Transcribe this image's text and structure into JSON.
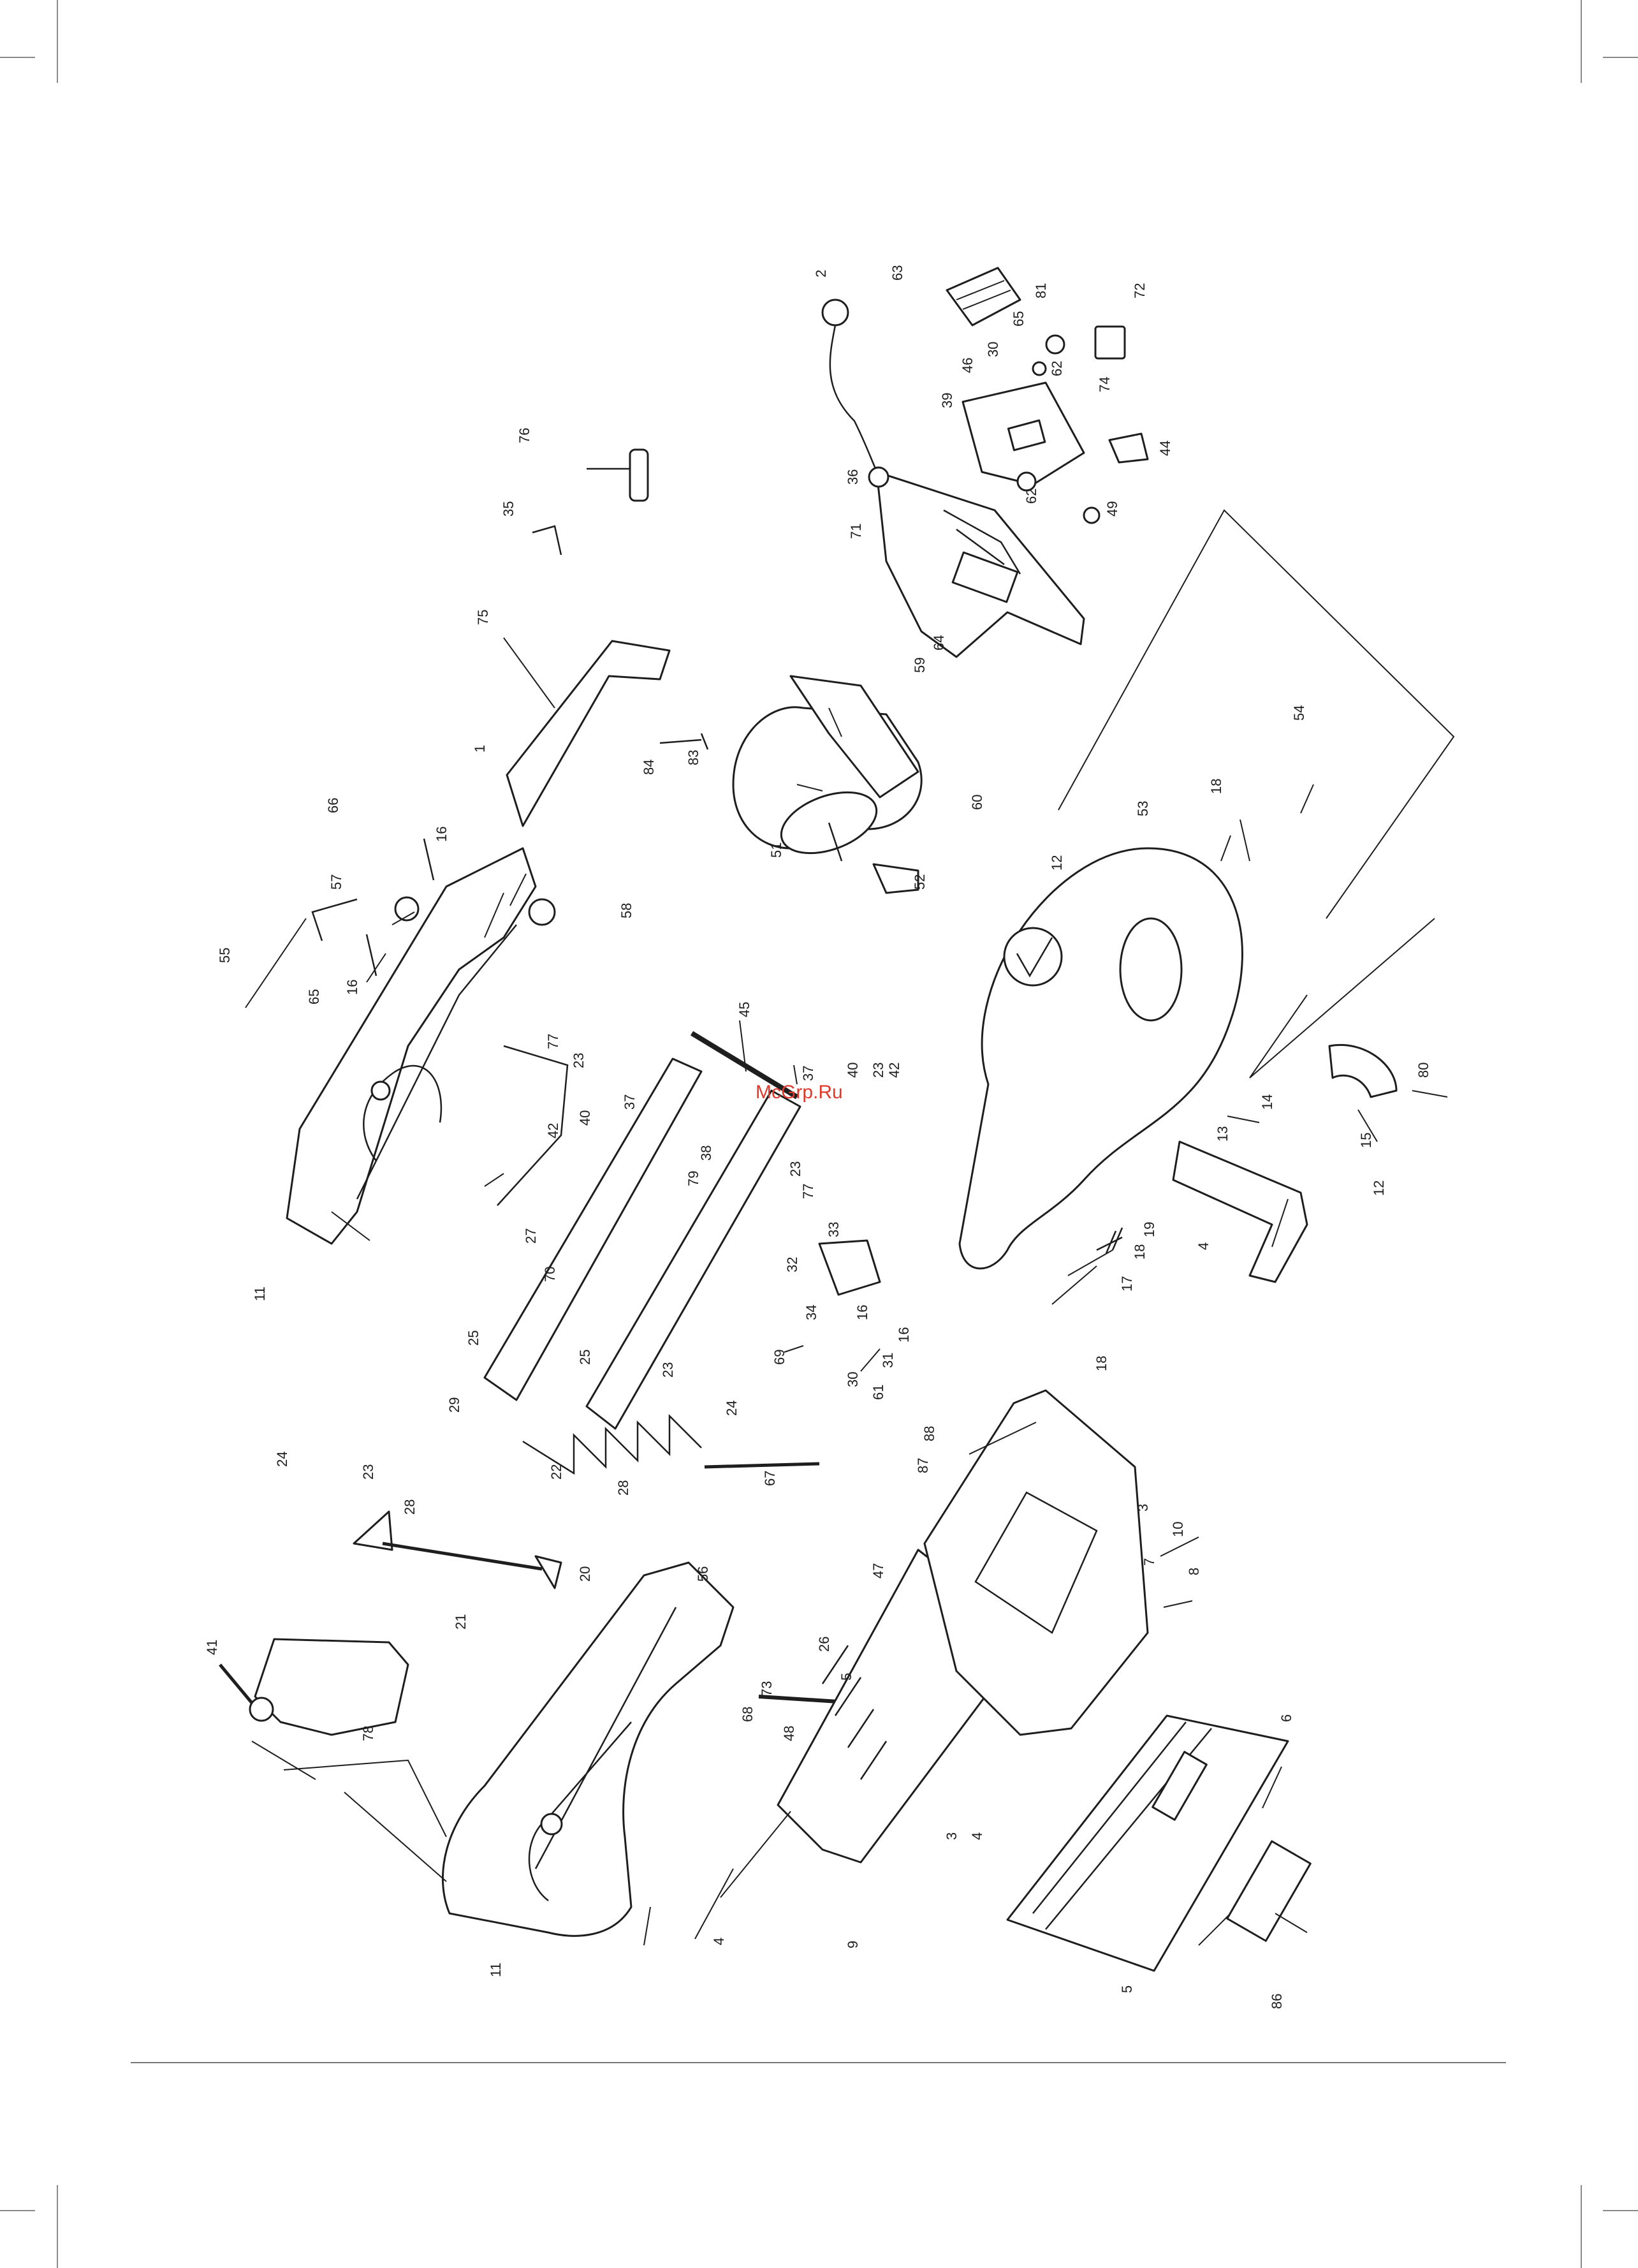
{
  "watermark": "McGrp.Ru",
  "colors": {
    "ink": "#1e1e1e",
    "watermark": "#e0392b",
    "crop_marks": "#8a8a8a"
  },
  "labels": [
    {
      "id": "l2",
      "text": "2"
    },
    {
      "id": "l63",
      "text": "63"
    },
    {
      "id": "l81",
      "text": "81"
    },
    {
      "id": "l65",
      "text": "65"
    },
    {
      "id": "l72",
      "text": "72"
    },
    {
      "id": "l46",
      "text": "46"
    },
    {
      "id": "l30",
      "text": "30"
    },
    {
      "id": "l39",
      "text": "39"
    },
    {
      "id": "l62a",
      "text": "62"
    },
    {
      "id": "l74",
      "text": "74"
    },
    {
      "id": "l36",
      "text": "36"
    },
    {
      "id": "l76",
      "text": "76"
    },
    {
      "id": "l35",
      "text": "35"
    },
    {
      "id": "l71",
      "text": "71"
    },
    {
      "id": "l62b",
      "text": "62"
    },
    {
      "id": "l44",
      "text": "44"
    },
    {
      "id": "l49",
      "text": "49"
    },
    {
      "id": "l75",
      "text": "75"
    },
    {
      "id": "l64a",
      "text": "64"
    },
    {
      "id": "l59",
      "text": "59"
    },
    {
      "id": "l84",
      "text": "84"
    },
    {
      "id": "l83",
      "text": "83"
    },
    {
      "id": "l1",
      "text": "1"
    },
    {
      "id": "l66",
      "text": "66"
    },
    {
      "id": "l16a",
      "text": "16"
    },
    {
      "id": "l57",
      "text": "57"
    },
    {
      "id": "l55",
      "text": "55"
    },
    {
      "id": "l58",
      "text": "58"
    },
    {
      "id": "l51",
      "text": "51"
    },
    {
      "id": "l60",
      "text": "60"
    },
    {
      "id": "l52",
      "text": "52"
    },
    {
      "id": "l53",
      "text": "53"
    },
    {
      "id": "l18a",
      "text": "18"
    },
    {
      "id": "l54",
      "text": "54"
    },
    {
      "id": "l65b",
      "text": "65"
    },
    {
      "id": "l16b",
      "text": "16"
    },
    {
      "id": "l77a",
      "text": "77"
    },
    {
      "id": "l23a",
      "text": "23"
    },
    {
      "id": "l45",
      "text": "45"
    },
    {
      "id": "l12a",
      "text": "12"
    },
    {
      "id": "l42a",
      "text": "42"
    },
    {
      "id": "l40a",
      "text": "40"
    },
    {
      "id": "l37a",
      "text": "37"
    },
    {
      "id": "l37b",
      "text": "37"
    },
    {
      "id": "l40b",
      "text": "40"
    },
    {
      "id": "l23b",
      "text": "23"
    },
    {
      "id": "l42b",
      "text": "42"
    },
    {
      "id": "l80",
      "text": "80"
    },
    {
      "id": "l14",
      "text": "14"
    },
    {
      "id": "l13",
      "text": "13"
    },
    {
      "id": "l15",
      "text": "15"
    },
    {
      "id": "l12b",
      "text": "12"
    },
    {
      "id": "l27",
      "text": "27"
    },
    {
      "id": "l70",
      "text": "70"
    },
    {
      "id": "l38",
      "text": "38"
    },
    {
      "id": "l79a",
      "text": "79"
    },
    {
      "id": "l23c",
      "text": "23"
    },
    {
      "id": "l77b",
      "text": "77"
    },
    {
      "id": "l11a",
      "text": "11"
    },
    {
      "id": "l19",
      "text": "19"
    },
    {
      "id": "l18b",
      "text": "18"
    },
    {
      "id": "l4a",
      "text": "4"
    },
    {
      "id": "l17",
      "text": "17"
    },
    {
      "id": "l18c",
      "text": "18"
    },
    {
      "id": "l33",
      "text": "33"
    },
    {
      "id": "l32",
      "text": "32"
    },
    {
      "id": "l34",
      "text": "34"
    },
    {
      "id": "l25a",
      "text": "25"
    },
    {
      "id": "l25b",
      "text": "25"
    },
    {
      "id": "l69",
      "text": "69"
    },
    {
      "id": "l16c",
      "text": "16"
    },
    {
      "id": "l30b",
      "text": "30"
    },
    {
      "id": "l31",
      "text": "31"
    },
    {
      "id": "l16d",
      "text": "16"
    },
    {
      "id": "l61",
      "text": "61"
    },
    {
      "id": "l29",
      "text": "29"
    },
    {
      "id": "l23d",
      "text": "23"
    },
    {
      "id": "l24a",
      "text": "24"
    },
    {
      "id": "l24b",
      "text": "24"
    },
    {
      "id": "l23e",
      "text": "23"
    },
    {
      "id": "l22",
      "text": "22"
    },
    {
      "id": "l28a",
      "text": "28"
    },
    {
      "id": "l28b",
      "text": "28"
    },
    {
      "id": "l88",
      "text": "88"
    },
    {
      "id": "l87",
      "text": "87"
    },
    {
      "id": "l67",
      "text": "67"
    },
    {
      "id": "l47",
      "text": "47"
    },
    {
      "id": "l3a",
      "text": "3"
    },
    {
      "id": "l10",
      "text": "10"
    },
    {
      "id": "l7",
      "text": "7"
    },
    {
      "id": "l8",
      "text": "8"
    },
    {
      "id": "l20",
      "text": "20"
    },
    {
      "id": "l21",
      "text": "21"
    },
    {
      "id": "l56",
      "text": "56"
    },
    {
      "id": "l26",
      "text": "26"
    },
    {
      "id": "l73",
      "text": "73"
    },
    {
      "id": "l68",
      "text": "68"
    },
    {
      "id": "l5a",
      "text": "5"
    },
    {
      "id": "l48",
      "text": "48"
    },
    {
      "id": "l41",
      "text": "41"
    },
    {
      "id": "l78",
      "text": "78"
    },
    {
      "id": "l6",
      "text": "6"
    },
    {
      "id": "l3b",
      "text": "3"
    },
    {
      "id": "l4b",
      "text": "4"
    },
    {
      "id": "l9",
      "text": "9"
    },
    {
      "id": "l4c",
      "text": "4"
    },
    {
      "id": "l11b",
      "text": "11"
    },
    {
      "id": "l5b",
      "text": "5"
    },
    {
      "id": "l86",
      "text": "86"
    }
  ]
}
